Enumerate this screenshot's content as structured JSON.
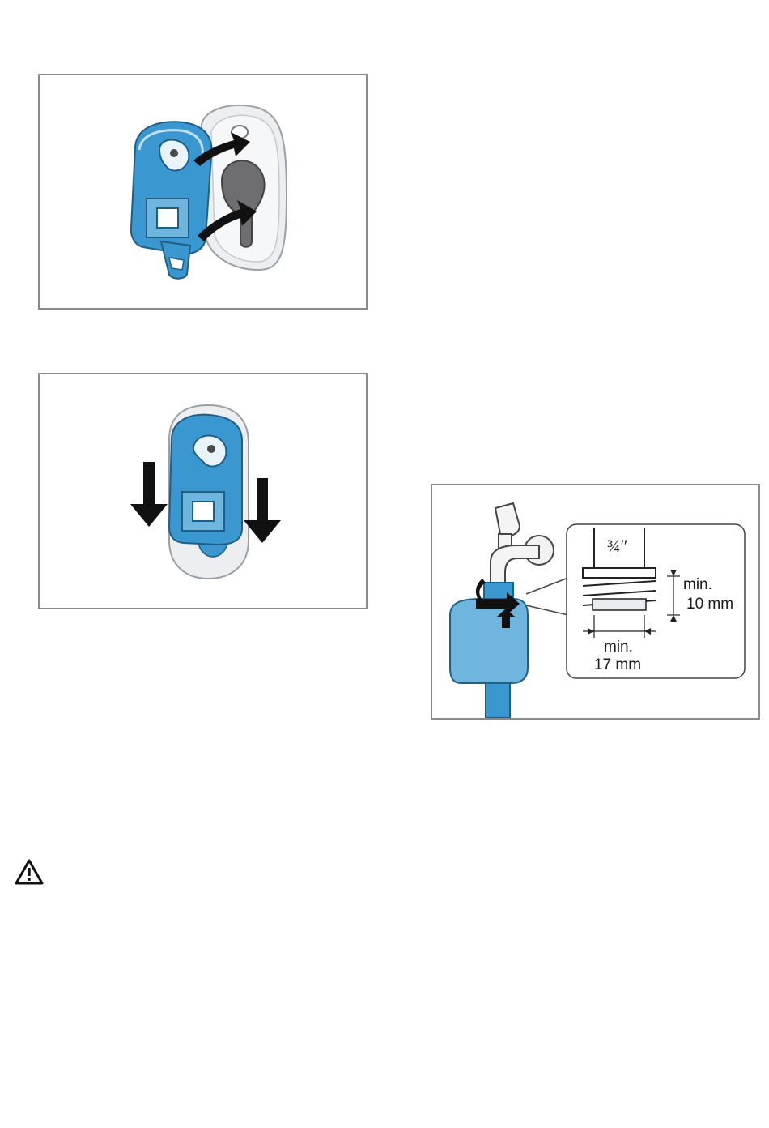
{
  "figures": {
    "clip_insert": {
      "icons": [
        "blue-clip-icon",
        "wall-mount-icon",
        "push-arrow-icon"
      ]
    },
    "clip_slide": {
      "icons": [
        "blue-clip-icon",
        "wall-mount-icon",
        "down-arrow-icon"
      ]
    },
    "tap_connection": {
      "thread_size": "¾″",
      "min_height_label": "min.",
      "min_height_value": "10 mm",
      "min_width_label": "min.",
      "min_width_value": "17 mm",
      "icons": [
        "tap-icon",
        "hose-connector-icon",
        "rotate-arrow-icon",
        "thread-detail-icon"
      ]
    }
  },
  "colors": {
    "clip_blue": "#3a97cf",
    "clip_blue_light": "#6fb6df",
    "frame_grey": "#8a8a8a",
    "mount_grey": "#e9ebee",
    "hole_dark": "#6e6e70"
  },
  "warning": {
    "icon": "warning-triangle-icon"
  }
}
